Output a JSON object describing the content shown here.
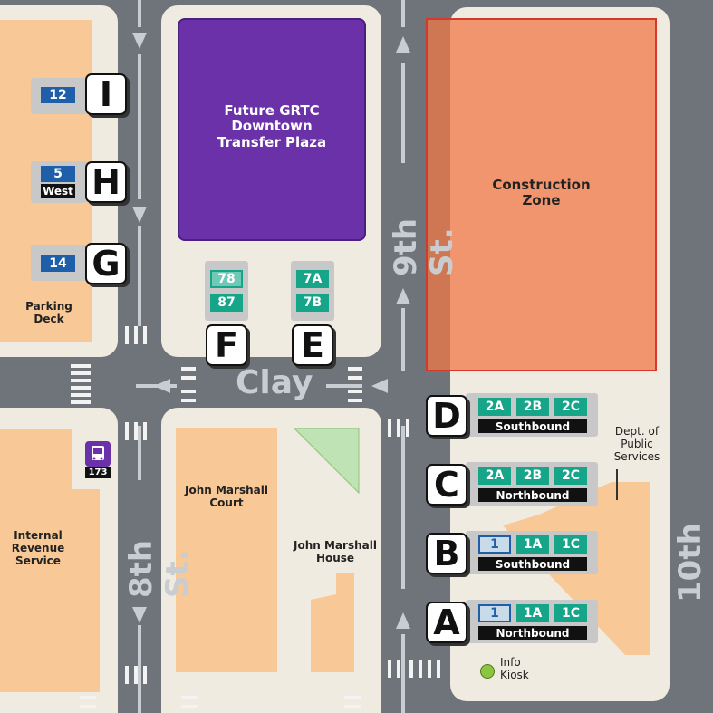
{
  "streets": {
    "clay": "Clay",
    "eighth": "8th St.",
    "ninth": "9th St.",
    "tenth": "10th St."
  },
  "buildings": {
    "plaza": "Future GRTC Downtown Transfer Plaza",
    "construction": "Construction Zone",
    "parking": "Parking Deck",
    "irs": "Internal Revenue Service",
    "jm_court": "John Marshall Court",
    "jm_house": "John Marshall House",
    "dept_public_services": "Dept. of Public Services"
  },
  "info_kiosk": "Info Kiosk",
  "bus_stop_sign_route": "173",
  "stops": {
    "I": {
      "letter": "I",
      "routes": [
        "12"
      ]
    },
    "H": {
      "letter": "H",
      "routes": [
        "5"
      ],
      "note": "West"
    },
    "G": {
      "letter": "G",
      "routes": [
        "14"
      ]
    },
    "F": {
      "letter": "F",
      "routes": [
        "78",
        "87"
      ]
    },
    "E": {
      "letter": "E",
      "routes": [
        "7A",
        "7B"
      ]
    },
    "D": {
      "letter": "D",
      "routes": [
        "2A",
        "2B",
        "2C"
      ],
      "direction": "Southbound"
    },
    "C": {
      "letter": "C",
      "routes": [
        "2A",
        "2B",
        "2C"
      ],
      "direction": "Northbound"
    },
    "B": {
      "letter": "B",
      "routes": [
        "1",
        "1A",
        "1C"
      ],
      "direction": "Southbound"
    },
    "A": {
      "letter": "A",
      "routes": [
        "1",
        "1A",
        "1C"
      ],
      "direction": "Northbound"
    }
  },
  "colors": {
    "road": "#6e747a",
    "sidewalk": "#f0ebe1",
    "building": "#f8c996",
    "plaza": "#6a31a8",
    "construction": "#f4a06e",
    "route_green": "#17a589",
    "route_blue": "#1f5ea8",
    "kiosk": "#8cc63f"
  }
}
